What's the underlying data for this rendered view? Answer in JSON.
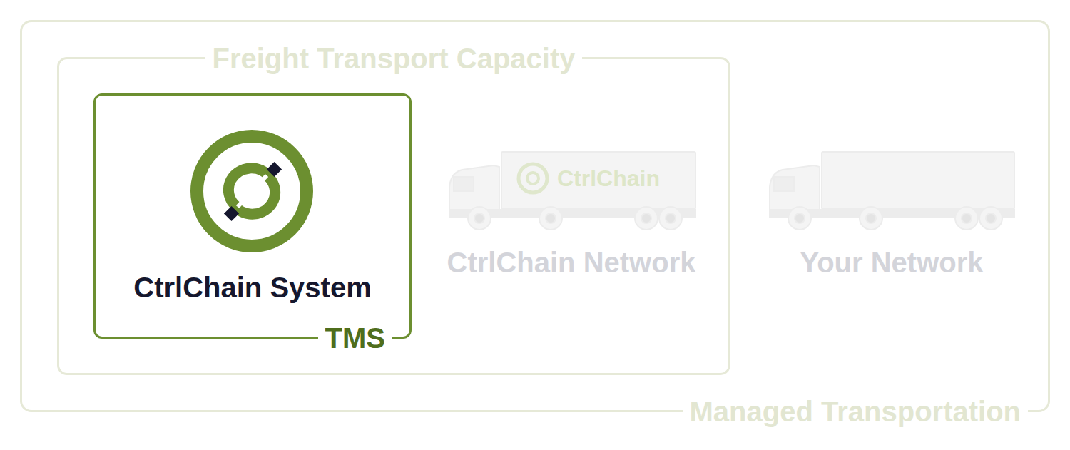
{
  "diagram": {
    "nodes": [
      {
        "text": [
          "Managed Transportation"
        ]
      },
      {
        "text": [
          "Freight Transport Capacity"
        ],
        "in": 0
      },
      {
        "text": [
          "CtrlChain System",
          "TMS"
        ],
        "in": 1
      }
    ],
    "labels": [
      "CtrlChain",
      "CtrlChain Network",
      "Your Network"
    ]
  }
}
